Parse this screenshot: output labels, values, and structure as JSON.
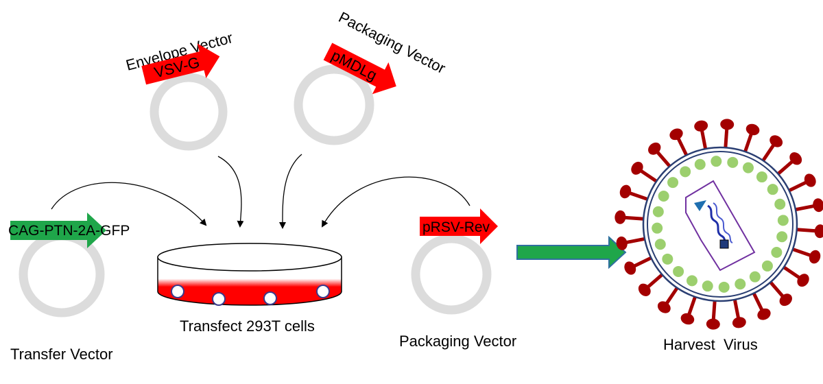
{
  "colors": {
    "plasmid_ring": "#dcdcdc",
    "red_gene": "#ff0000",
    "green_gene": "#1fa64a",
    "flow_arrow_fill": "#1fa64a",
    "flow_arrow_stroke": "#2f6f9f",
    "dish_red": "#ff0000",
    "virus_spike": "#a30000",
    "virus_matrix_dot": "#9ccf6e",
    "virus_membrane": "#2b3f73",
    "virus_capsid": "#7030a0",
    "virus_rna": "#1f2fa8"
  },
  "vectors": {
    "envelope": {
      "title": "Envelope Vector",
      "gene": "VSV-G"
    },
    "packaging_top": {
      "title": "Packaging Vector",
      "gene": "pMDLg"
    },
    "transfer": {
      "title": "Transfer Vector",
      "gene": "CAG-PTN-2A-GFP"
    },
    "packaging_right": {
      "title": "Packaging Vector",
      "gene": "pRSV-Rev"
    }
  },
  "dish": {
    "label": "Transfect 293T cells"
  },
  "virus": {
    "label": "Harvest  Virus"
  }
}
